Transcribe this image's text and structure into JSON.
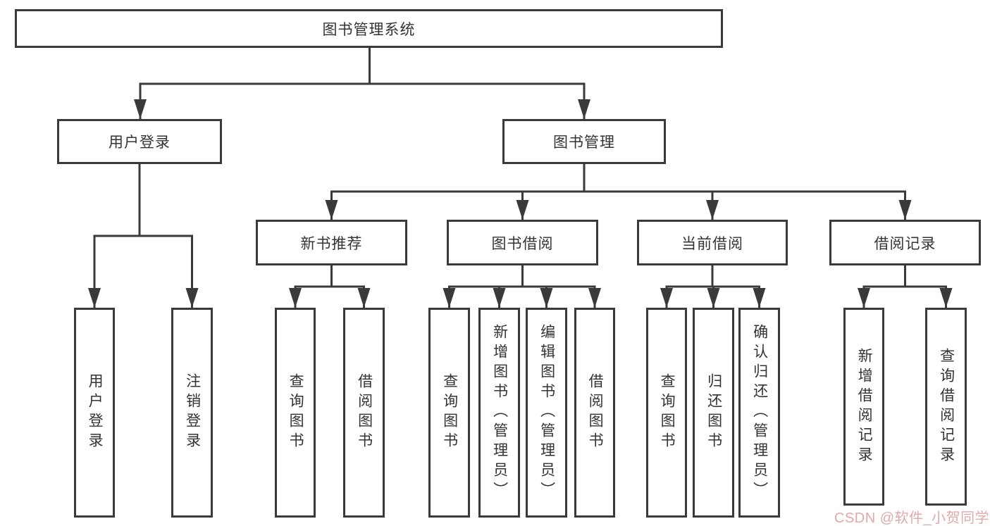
{
  "colors": {
    "line": "#3a3a3a",
    "text": "#333333",
    "background": "#ffffff",
    "watermark": "#e2a9a9"
  },
  "diagram": {
    "root": {
      "label": "图书管理系统"
    },
    "level2": [
      {
        "label": "用户登录",
        "children": [
          {
            "label": "用户登录"
          },
          {
            "label": "注销登录"
          }
        ]
      },
      {
        "label": "图书管理",
        "children": [
          {
            "label": "新书推荐",
            "children": [
              {
                "label": "查询图书"
              },
              {
                "label": "借阅图书"
              }
            ]
          },
          {
            "label": "图书借阅",
            "children": [
              {
                "label": "查询图书"
              },
              {
                "label": "新增图书（管理员）"
              },
              {
                "label": "编辑图书（管理员）"
              },
              {
                "label": "借阅图书"
              }
            ]
          },
          {
            "label": "当前借阅",
            "children": [
              {
                "label": "查询图书"
              },
              {
                "label": "归还图书"
              },
              {
                "label": "确认归还（管理员）"
              }
            ]
          },
          {
            "label": "借阅记录",
            "children": [
              {
                "label": "新增借阅记录"
              },
              {
                "label": "查询借阅记录"
              }
            ]
          }
        ]
      }
    ],
    "watermark": "CSDN @软件_小贺同学"
  }
}
